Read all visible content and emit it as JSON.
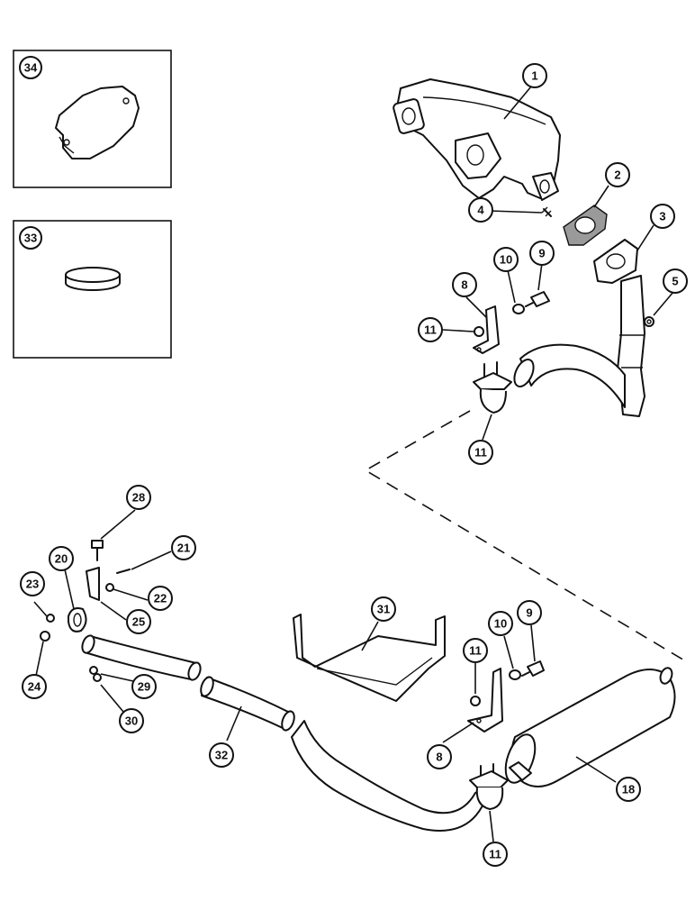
{
  "callouts": {
    "p1": "1",
    "p2": "2",
    "p3": "3",
    "p4": "4",
    "p5": "5",
    "p8a": "8",
    "p9a": "9",
    "p10a": "10",
    "p11a": "11",
    "p11b": "11",
    "p28": "28",
    "p21": "21",
    "p20": "20",
    "p23": "23",
    "p22": "22",
    "p25": "25",
    "p24": "24",
    "p29": "29",
    "p30": "30",
    "p31": "31",
    "p11c": "11",
    "p10b": "10",
    "p9b": "9",
    "p32": "32",
    "p8b": "8",
    "p18": "18",
    "p11d": "11",
    "p34": "34",
    "p33": "33"
  },
  "icons": {
    "manifold": "exhaust-manifold-icon",
    "gasket": "flange-gasket-icon",
    "down_pipe": "down-pipe-icon",
    "muffler": "muffler-icon",
    "clamp": "u-bolt-clamp-icon",
    "bracket": "support-bracket-icon",
    "heat_shield": "heat-shield-icon",
    "cover_plate": "cover-plate-icon",
    "cap": "round-cap-icon"
  }
}
